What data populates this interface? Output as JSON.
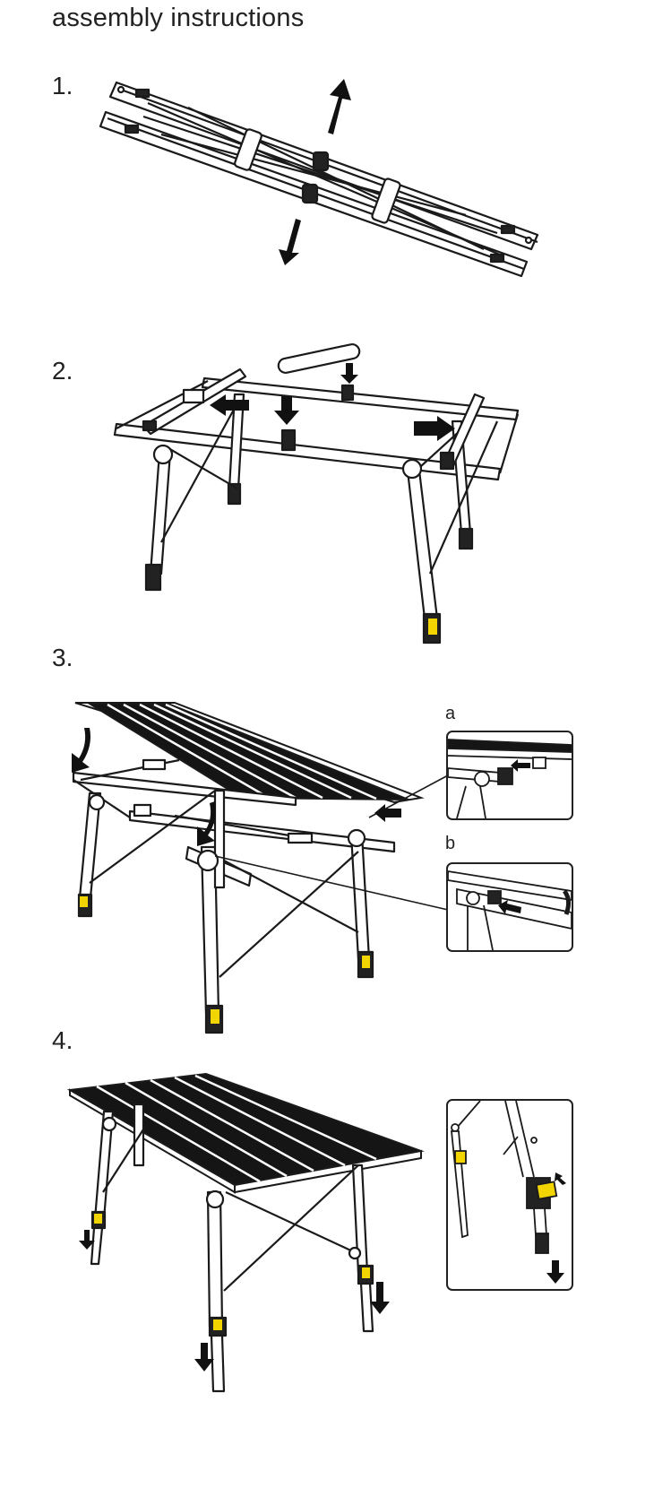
{
  "title": "assembly instructions",
  "steps": [
    {
      "number": "1."
    },
    {
      "number": "2."
    },
    {
      "number": "3."
    },
    {
      "number": "4."
    }
  ],
  "insets": {
    "a": "a",
    "b": "b"
  },
  "colors": {
    "line": "#1a1a1a",
    "accent_yellow": "#f2d500",
    "slat": "#151515",
    "background": "#ffffff"
  },
  "icons": [
    "arrow-icon"
  ]
}
